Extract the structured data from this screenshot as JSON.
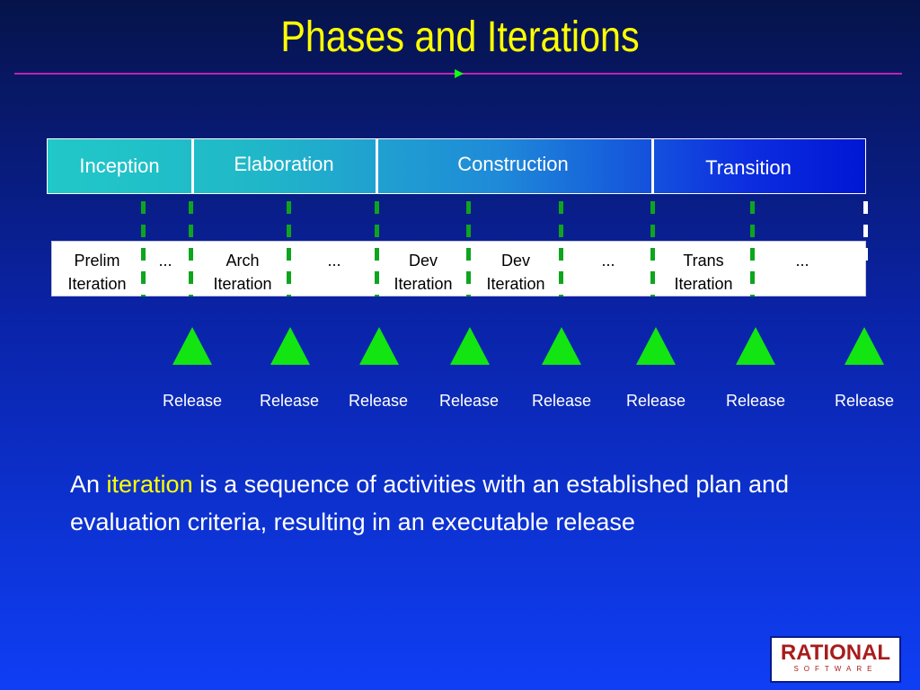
{
  "title": "Phases and Iterations",
  "phases": [
    {
      "label": "Inception"
    },
    {
      "label": "Elaboration"
    },
    {
      "label": "Construction"
    },
    {
      "label": "Transition"
    }
  ],
  "iterations": [
    {
      "line1": "Prelim",
      "line2": "Iteration"
    },
    {
      "line1": "...",
      "line2": ""
    },
    {
      "line1": "Arch",
      "line2": "Iteration"
    },
    {
      "line1": "...",
      "line2": ""
    },
    {
      "line1": "Dev",
      "line2": "Iteration"
    },
    {
      "line1": "Dev",
      "line2": "Iteration"
    },
    {
      "line1": "...",
      "line2": ""
    },
    {
      "line1": "Trans",
      "line2": "Iteration"
    },
    {
      "line1": "...",
      "line2": ""
    }
  ],
  "releases": [
    "Release",
    "Release",
    "Release",
    "Release",
    "Release",
    "Release",
    "Release",
    "Release"
  ],
  "description": {
    "prefix": "An ",
    "highlight": "iteration",
    "suffix": " is a sequence of activities with an established plan and evaluation criteria, resulting in an executable release"
  },
  "logo": {
    "main": "RATIONAL",
    "sub": "SOFTWARE"
  },
  "colors": {
    "title": "#ffff00",
    "highlight": "#ffff00",
    "release_marker": "#13e513",
    "divider_dash": "#0ea51e",
    "rule": "#c020b8"
  }
}
